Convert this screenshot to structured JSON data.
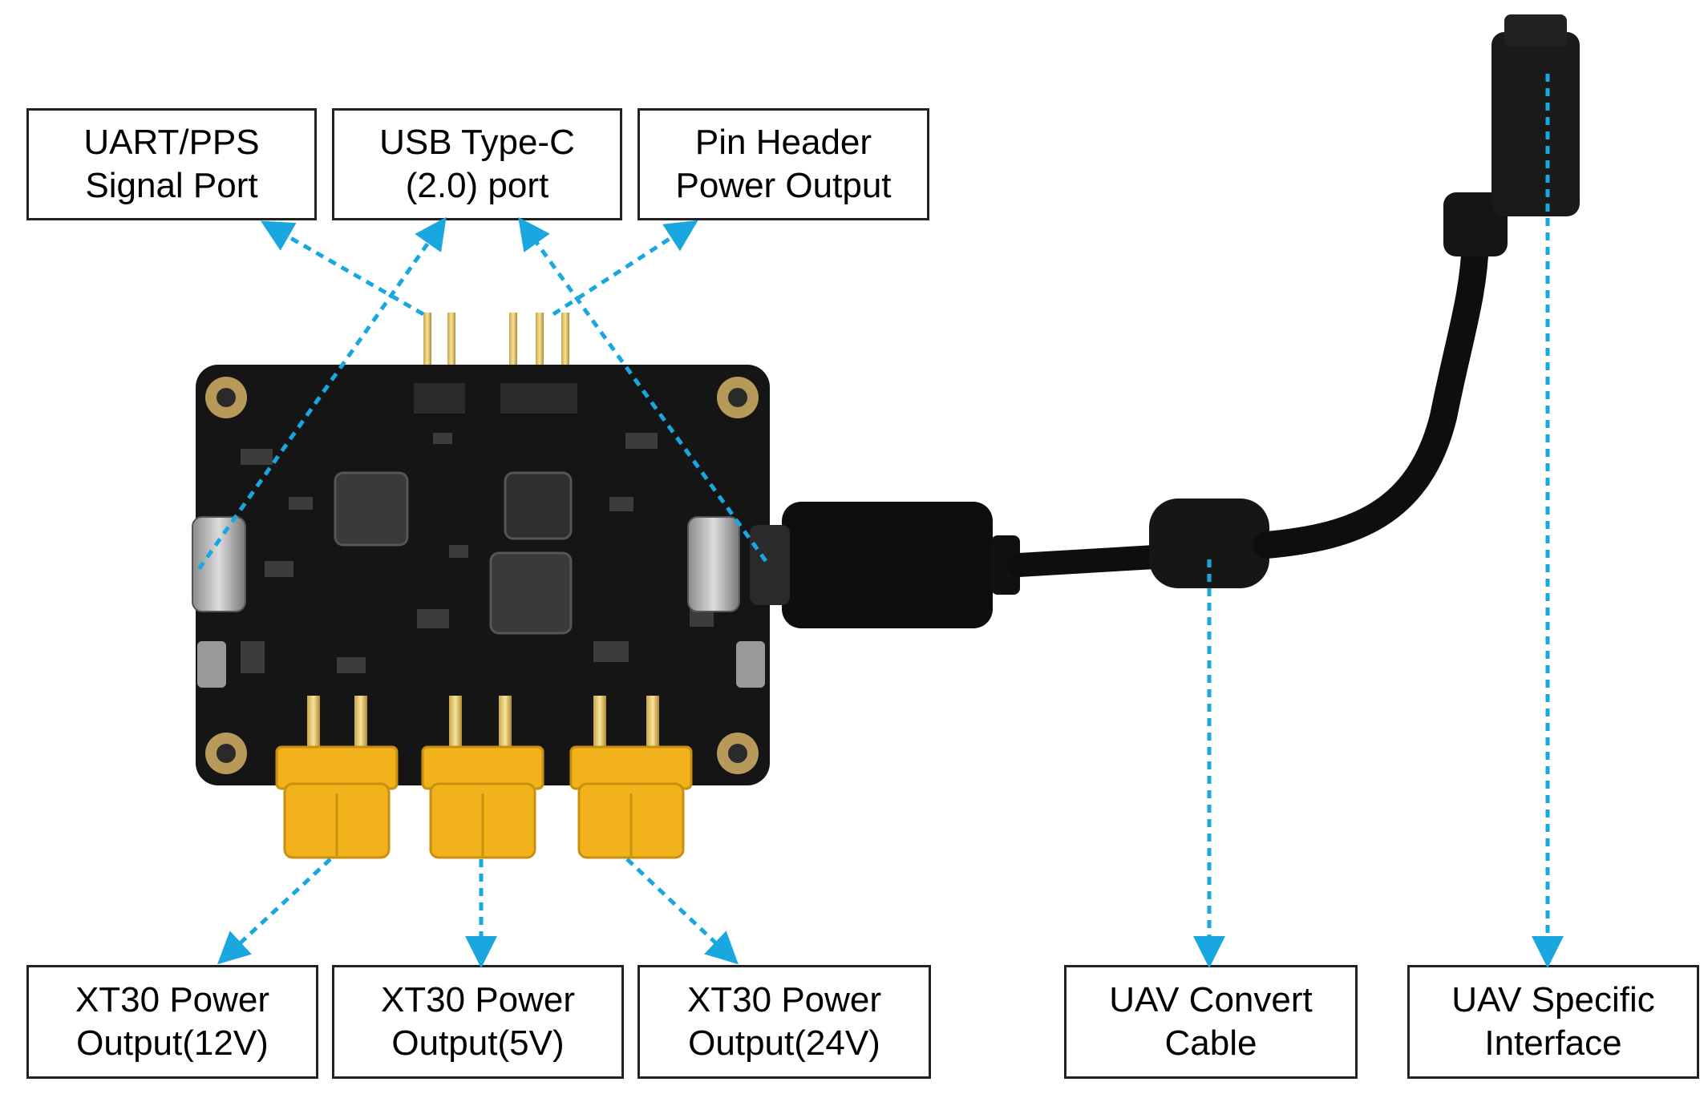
{
  "labels": {
    "uart": [
      "UART/PPS",
      "Signal Port"
    ],
    "usb": [
      "USB Type-C",
      "(2.0) port"
    ],
    "pin": [
      "Pin Header",
      "Power Output"
    ],
    "xt12": [
      "XT30 Power",
      "Output(12V)"
    ],
    "xt5": [
      "XT30 Power",
      "Output(5V)"
    ],
    "xt24": [
      "XT30 Power",
      "Output(24V)"
    ],
    "cable": [
      "UAV Convert",
      "Cable"
    ],
    "iface": [
      "UAV Specific",
      "Interface"
    ]
  },
  "colors": {
    "arrow": "#1aa7e0",
    "pcb": "#151515",
    "xt30": "#f2b21b",
    "pad": "#b79a5a",
    "cable": "#0e0e0e"
  }
}
